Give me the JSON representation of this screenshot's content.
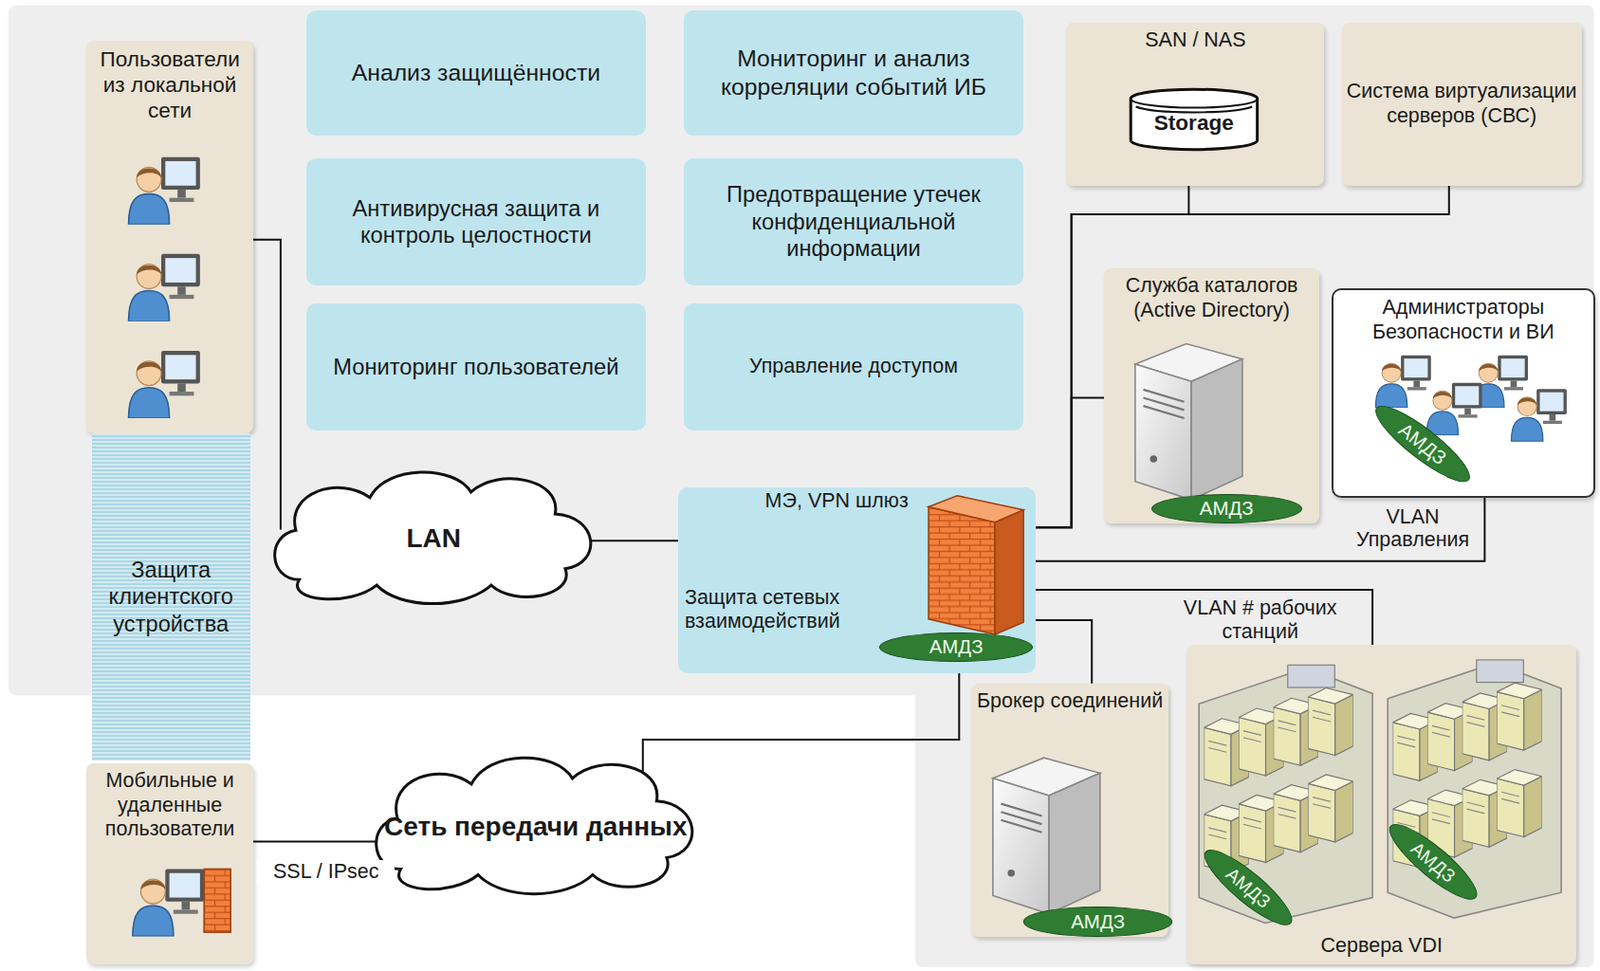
{
  "diagram": {
    "nodes": [
      {
        "text": [
          "Пользователи из локальной сети"
        ]
      },
      {
        "text": [
          "Защита клиентского устройства"
        ]
      },
      {
        "text": [
          "Мобильные и удаленные пользователи"
        ]
      },
      {
        "text": [
          "Анализ защищённости"
        ]
      },
      {
        "text": [
          "Мониторинг и анализ корреляции событий ИБ"
        ]
      },
      {
        "text": [
          "Антивирусная защита и контроль целостности"
        ]
      },
      {
        "text": [
          "Предотвращение утечек конфиденциальной информации"
        ]
      },
      {
        "text": [
          "Мониторинг пользователей"
        ]
      },
      {
        "text": [
          "Управление доступом"
        ]
      },
      {
        "text": [
          "SAN / NAS"
        ]
      },
      {
        "text": [
          "Storage"
        ],
        "in": 9
      },
      {
        "text": [
          "Система виртуализации серверов (СВС)"
        ]
      },
      {
        "text": [
          "Служба каталогов (Active Directory)"
        ]
      },
      {
        "text": [
          "АМДЗ"
        ],
        "in": 12
      },
      {
        "text": [
          "Администраторы Безопасности и ВИ"
        ]
      },
      {
        "text": [
          "АМДЗ"
        ],
        "in": 14
      },
      {
        "text": [
          "LAN"
        ]
      },
      {
        "text": [
          "МЭ, VPN шлюз",
          "Защита сетевых взаимодействий"
        ]
      },
      {
        "text": [
          "АМДЗ"
        ],
        "in": 17
      },
      {
        "text": [
          "Сеть передачи данных"
        ]
      },
      {
        "text": [
          "Брокер соединений"
        ]
      },
      {
        "text": [
          "АМДЗ"
        ],
        "in": 20
      },
      {
        "text": [
          "Сервера VDI"
        ]
      },
      {
        "text": [
          "АМДЗ"
        ],
        "in": 22
      },
      {
        "text": [
          "АМДЗ"
        ],
        "in": 22
      }
    ],
    "edges": [
      {
        "from": 0,
        "to": 16,
        "arrow": "none"
      },
      {
        "from": 16,
        "to": 17,
        "arrow": "none"
      },
      {
        "from": 17,
        "to": 9,
        "arrow": "none"
      },
      {
        "from": 17,
        "to": 11,
        "arrow": "none"
      },
      {
        "from": 17,
        "to": 12,
        "arrow": "none"
      },
      {
        "from": 17,
        "to": 14,
        "label": "VLAN Управления",
        "arrow": "none"
      },
      {
        "from": 17,
        "to": 22,
        "label": "VLAN # рабочих станций",
        "arrow": "none"
      },
      {
        "from": 17,
        "to": 20,
        "arrow": "none"
      },
      {
        "from": 17,
        "to": 19,
        "arrow": "none"
      },
      {
        "from": 2,
        "to": 19,
        "label": "SSL / IPsec",
        "arrow": "none"
      }
    ]
  }
}
